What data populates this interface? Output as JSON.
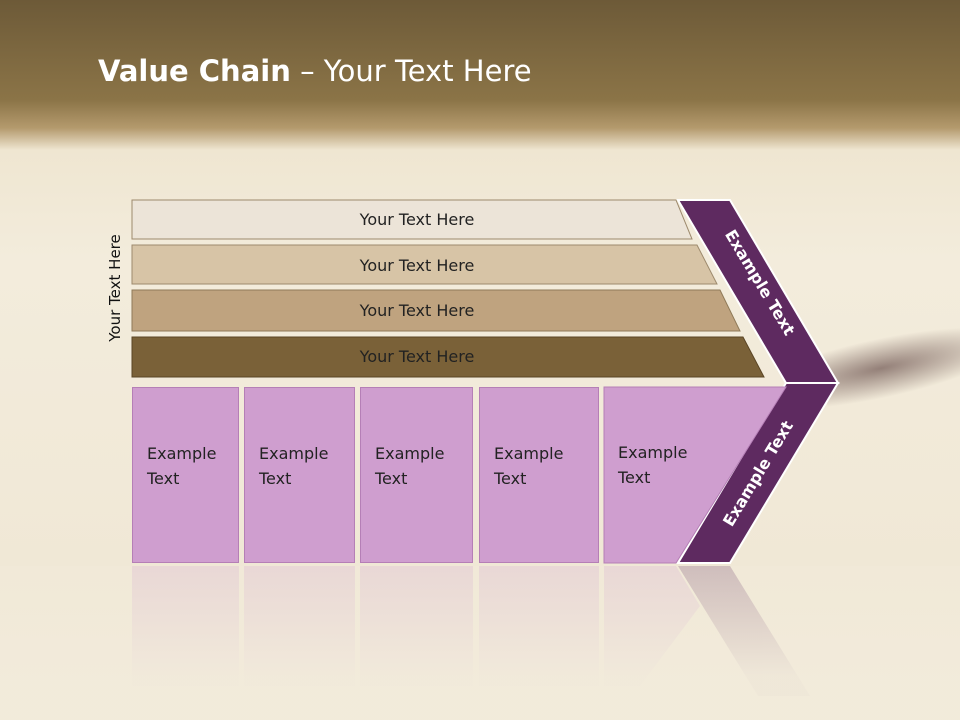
{
  "slide": {
    "title_bold": "Value Chain",
    "title_rest": " – Your Text Here",
    "vertical_label": "Your Text Here",
    "rows": [
      {
        "label": "Your Text Here",
        "color": "#ece4d8"
      },
      {
        "label": "Your Text Here",
        "color": "#d7c4a6"
      },
      {
        "label": "Your Text Here",
        "color": "#bfa37f"
      },
      {
        "label": "Your Text Here",
        "color": "#7a6138"
      }
    ],
    "columns": [
      {
        "line1": "Example",
        "line2": "Text"
      },
      {
        "line1": "Example",
        "line2": "Text"
      },
      {
        "line1": "Example",
        "line2": "Text"
      },
      {
        "line1": "Example",
        "line2": "Text"
      },
      {
        "line1": "Example",
        "line2": "Text"
      }
    ],
    "chevron_upper_label": "Example Text",
    "chevron_lower_label": "Example Text",
    "colors": {
      "chevron": "#5e2a60",
      "columns": "#cf9ecf",
      "header_band": "#7d6840"
    }
  }
}
